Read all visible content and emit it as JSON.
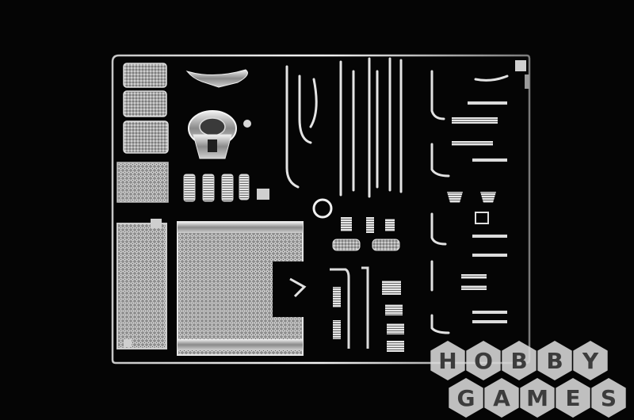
{
  "photo": {
    "subject": "chrome plastic model kit sprue",
    "colors": {
      "background": "#050505",
      "chrome_light": "#e8e8e8",
      "chrome_mid": "#9a9a9a",
      "chrome_dark": "#3a3a3a"
    }
  },
  "watermark": {
    "word1_letters": [
      "H",
      "O",
      "B",
      "B",
      "Y"
    ],
    "word2_letters": [
      "G",
      "A",
      "M",
      "E",
      "S"
    ],
    "hex_color": "#d9d9d9",
    "letter_color": "#3c3c3c"
  }
}
